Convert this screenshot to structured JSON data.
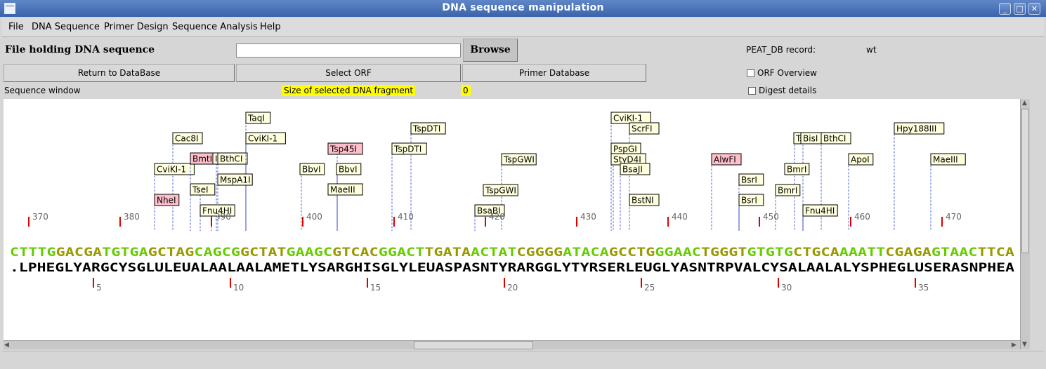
{
  "window": {
    "title": "DNA sequence manipulation",
    "btn_min": "_",
    "btn_max": "□",
    "btn_close": "✕"
  },
  "menu": [
    "File",
    "DNA Sequence",
    "Primer Design",
    "Sequence Analysis",
    "Help"
  ],
  "file_label": "File holding DNA sequence",
  "file_value": "",
  "browse_label": "Browse",
  "peat": {
    "label": "PEAT_DB record:",
    "value": "wt"
  },
  "buttons": {
    "return": "Return to DataBase",
    "select_orf": "Select ORF",
    "primer_db": "Primer Database"
  },
  "checks": {
    "orf_overview": "ORF Overview",
    "digest_details": "Digest details"
  },
  "sequence_window_label": "Sequence window",
  "fragment": {
    "label": "Size of selected DNA fragment",
    "value": "0"
  },
  "colors": {
    "dna_light": "#66cc00",
    "dna_dark": "#999900",
    "tick": "#dd0000",
    "enzyme_bg": "#ffffdd",
    "enzyme_bg_pink": "#ffc0cb",
    "enzyme_line": "#3344cc"
  },
  "dna_numbers": [
    "370",
    "380",
    "390",
    "400",
    "410",
    "420",
    "430",
    "440",
    "450",
    "460",
    "470"
  ],
  "protein_numbers": [
    "5",
    "10",
    "15",
    "20",
    "25",
    "30",
    "35"
  ],
  "dna_segments": [
    {
      "t": "CTTTG",
      "c": "light"
    },
    {
      "t": "GACGA",
      "c": "dark"
    },
    {
      "t": "TGTGA",
      "c": "light"
    },
    {
      "t": "GCTAG",
      "c": "dark"
    },
    {
      "t": "CAGCG",
      "c": "light"
    },
    {
      "t": "GCTAT",
      "c": "dark"
    },
    {
      "t": "GAAGC",
      "c": "light"
    },
    {
      "t": "GTCAC",
      "c": "dark"
    },
    {
      "t": "GGACT",
      "c": "light"
    },
    {
      "t": "TGATA",
      "c": "dark"
    },
    {
      "t": "ACTAT",
      "c": "light"
    },
    {
      "t": "CGGGG",
      "c": "dark"
    },
    {
      "t": "ATACA",
      "c": "light"
    },
    {
      "t": "GCCTG",
      "c": "dark"
    },
    {
      "t": "GGAAC",
      "c": "light"
    },
    {
      "t": "TGGGT",
      "c": "dark"
    },
    {
      "t": "GTGTG",
      "c": "light"
    },
    {
      "t": "CTGCA",
      "c": "dark"
    },
    {
      "t": "AAATT",
      "c": "light"
    },
    {
      "t": "CGAGA",
      "c": "dark"
    },
    {
      "t": "GTAAC",
      "c": "light"
    },
    {
      "t": "TTCA",
      "c": "dark"
    }
  ],
  "protein": ".LPHEGLYARGCYSGLULEUALAALAALAMETLYSARGHISGLYLEUASPASNTYRARGGLYTYRSERLEUGLYASNTRPVALCYSALAALALYSPHEGLUSERASNPHEA",
  "enzymes": [
    {
      "name": "TaqI",
      "pink": false
    },
    {
      "name": "Cac8I",
      "pink": false
    },
    {
      "name": "CviKI-1",
      "pink": false
    },
    {
      "name": "BmtI",
      "pink": true
    },
    {
      "name": "I",
      "pink": false
    },
    {
      "name": "BthCI",
      "pink": false
    },
    {
      "name": "CviKI-1",
      "pink": false
    },
    {
      "name": "MspA1I",
      "pink": false
    },
    {
      "name": "TseI",
      "pink": false
    },
    {
      "name": "NheI",
      "pink": true
    },
    {
      "name": "Fnu4HI",
      "pink": false
    },
    {
      "name": "BbvI",
      "pink": false
    },
    {
      "name": "Tsp45I",
      "pink": true
    },
    {
      "name": "BbvI",
      "pink": false
    },
    {
      "name": "MaeIII",
      "pink": false
    },
    {
      "name": "TspDTI",
      "pink": false
    },
    {
      "name": "TspDTI",
      "pink": false
    },
    {
      "name": "TspGWI",
      "pink": false
    },
    {
      "name": "TspGWI",
      "pink": false
    },
    {
      "name": "BsaBI",
      "pink": false
    },
    {
      "name": "CviKI-1",
      "pink": false
    },
    {
      "name": "ScrFI",
      "pink": false
    },
    {
      "name": "PspGI",
      "pink": false
    },
    {
      "name": "StyD4I",
      "pink": false
    },
    {
      "name": "BsaJI",
      "pink": false
    },
    {
      "name": "BstNI",
      "pink": false
    },
    {
      "name": "AlwFI",
      "pink": true
    },
    {
      "name": "BsrI",
      "pink": false
    },
    {
      "name": "BsrI",
      "pink": false
    },
    {
      "name": "Ts",
      "pink": false
    },
    {
      "name": "BisI",
      "pink": false
    },
    {
      "name": "BthCI",
      "pink": false
    },
    {
      "name": "BmrI",
      "pink": false
    },
    {
      "name": "BmrI",
      "pink": false
    },
    {
      "name": "Fnu4HI",
      "pink": false
    },
    {
      "name": "ApoI",
      "pink": false
    },
    {
      "name": "Hpy188III",
      "pink": false
    },
    {
      "name": "MaeIII",
      "pink": false
    }
  ]
}
